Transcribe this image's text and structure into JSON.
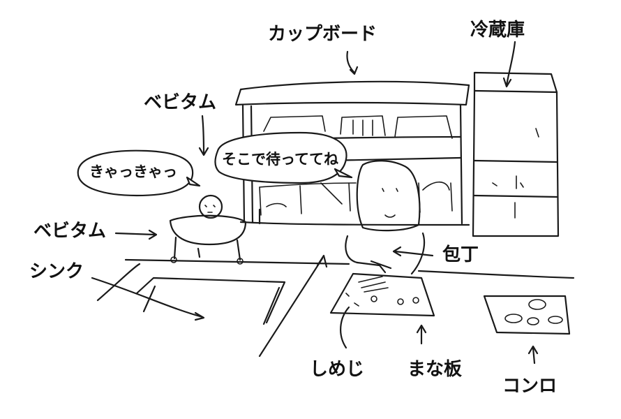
{
  "labels": {
    "cupboard": "カップボード",
    "fridge": "冷蔵庫",
    "bebitamu_top": "ベビタム",
    "bebitamu_left": "ベビタム",
    "sink": "シンク",
    "knife": "包丁",
    "shimeji": "しめじ",
    "cutting_board": "まな板",
    "stove": "コンロ"
  },
  "bubbles": {
    "baby": "きゃっきゃっ",
    "mother": "そこで待っててね"
  },
  "colors": {
    "ink": "#1a1a1a",
    "paper": "#ffffff"
  }
}
